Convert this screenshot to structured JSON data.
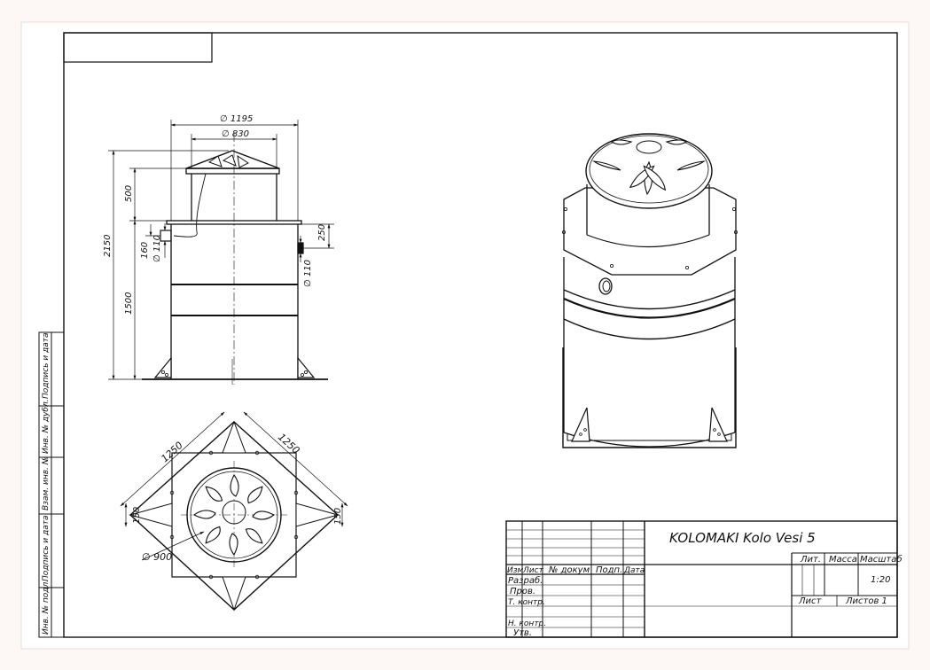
{
  "drawing": {
    "title": "KOLOMAKI Kolo Vesi 5",
    "scale": "1:20",
    "sheets_total": "Листов 1",
    "sheet_label": "Лист"
  },
  "dimensions": {
    "d1195": "∅ 1195",
    "d830": "∅ 830",
    "h500": "500",
    "h2150": "2150",
    "h160": "160",
    "d110_left": "∅ 110",
    "h250": "250",
    "d110_right": "∅ 110",
    "h1500": "1500",
    "w1250_left": "1250",
    "w1250_right": "1250",
    "s150_left": "150",
    "s150_right": "150",
    "d900": "∅ 900"
  },
  "title_block": {
    "col_izm": "Изм",
    "col_list": "Лист",
    "col_doc": "№ докум",
    "col_sign": "Подп.",
    "col_date": "Дата",
    "row_razrab": "Разраб.",
    "row_prov": "Пров.",
    "row_tkontr": "Т. контр.",
    "row_nkontr": "Н. контр.",
    "row_utv": "Утв.",
    "lit": "Лит.",
    "massa": "Масса",
    "masshtab": "Масштаб"
  },
  "side_strip": {
    "s1": "Подпись и дата",
    "s2": "Инв. № дубл.",
    "s3": "Взам. инв. №",
    "s4": "Подпись и дата",
    "s5": "Инв. № подл."
  }
}
